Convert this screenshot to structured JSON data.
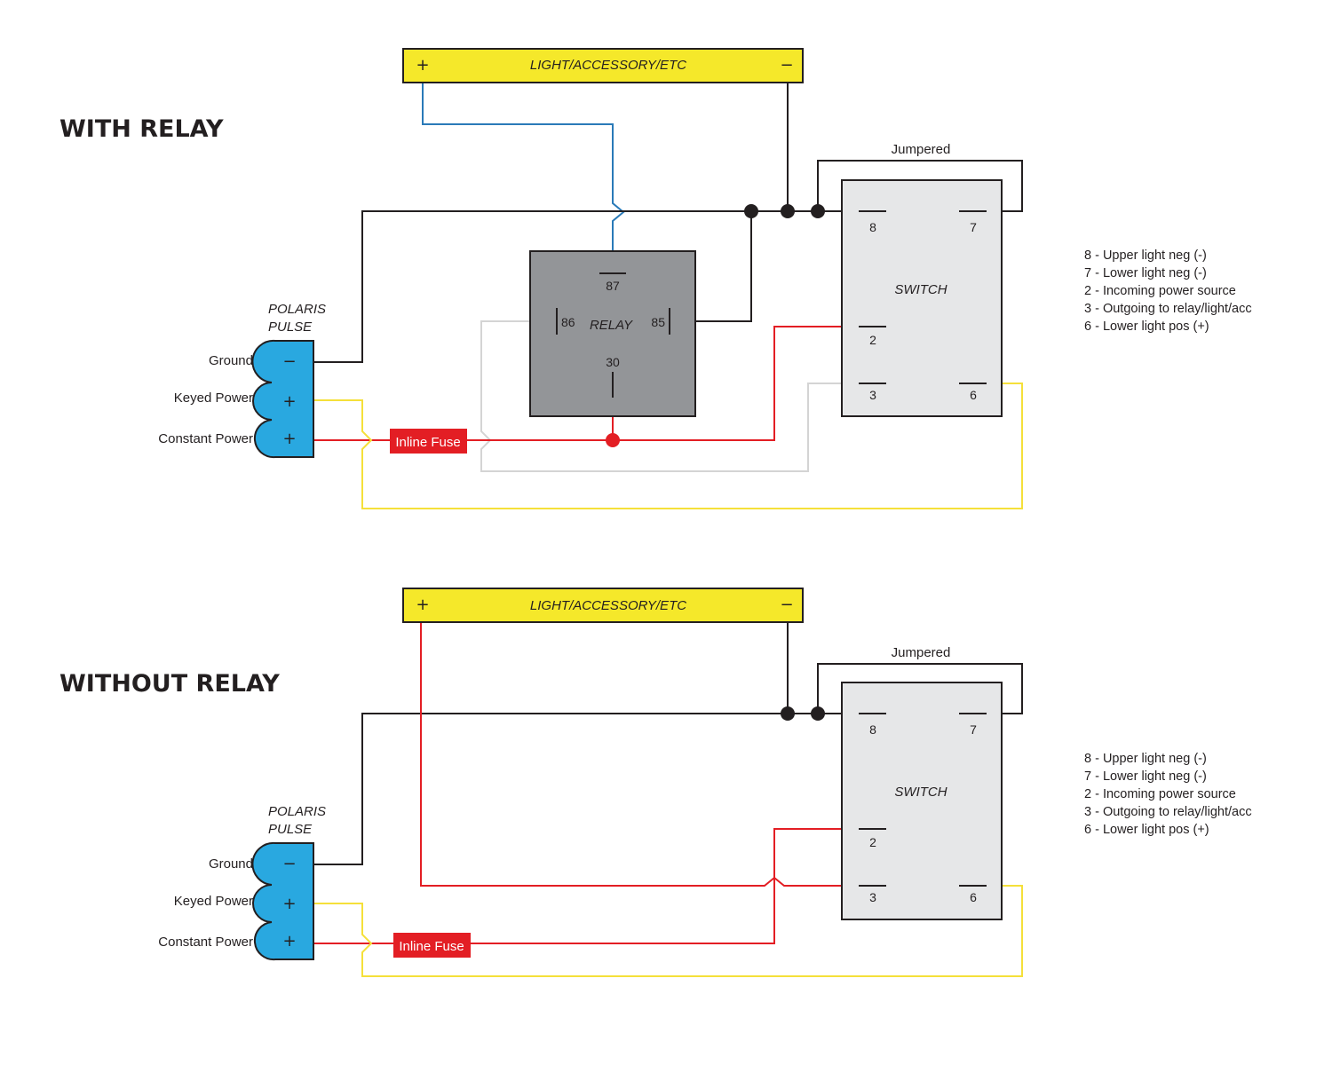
{
  "colors": {
    "wire_ground": "#231f20",
    "wire_relay_out": "#2a7ab8",
    "wire_power": "#e31e24",
    "wire_keyed": "#f5e03a",
    "wire_trigger": "#d4d4d4",
    "load_fill": "#f5e82a",
    "relay_fill": "#939598",
    "switch_fill": "#e6e7e8",
    "connector_fill": "#29a8e0",
    "fuse_fill": "#e31e24"
  },
  "diagrams": [
    {
      "title": "WITH RELAY",
      "load": {
        "label": "LIGHT/ACCESSORY/ETC",
        "plus": "+",
        "minus": "−"
      },
      "relay": {
        "label": "RELAY",
        "pins": [
          "87",
          "86",
          "85",
          "30"
        ]
      },
      "switch": {
        "label": "SWITCH",
        "jumper_label": "Jumpered",
        "pins": [
          "8",
          "7",
          "2",
          "3",
          "6"
        ]
      },
      "connector": {
        "title_line1": "POLARIS",
        "title_line2": "PULSE",
        "terminals": [
          {
            "label": "Ground",
            "symbol": "−"
          },
          {
            "label": "Keyed Power",
            "symbol": "+"
          },
          {
            "label": "Constant Power",
            "symbol": "+"
          }
        ]
      },
      "fuse": {
        "label": "Inline Fuse"
      },
      "legend": [
        "8 - Upper light neg (-)",
        "7 - Lower light neg (-)",
        "2 - Incoming power source",
        "3 - Outgoing to relay/light/acc",
        "6 - Lower light pos (+)"
      ]
    },
    {
      "title": "WITHOUT RELAY",
      "load": {
        "label": "LIGHT/ACCESSORY/ETC",
        "plus": "+",
        "minus": "−"
      },
      "switch": {
        "label": "SWITCH",
        "jumper_label": "Jumpered",
        "pins": [
          "8",
          "7",
          "2",
          "3",
          "6"
        ]
      },
      "connector": {
        "title_line1": "POLARIS",
        "title_line2": "PULSE",
        "terminals": [
          {
            "label": "Ground",
            "symbol": "−"
          },
          {
            "label": "Keyed Power",
            "symbol": "+"
          },
          {
            "label": "Constant Power",
            "symbol": "+"
          }
        ]
      },
      "fuse": {
        "label": "Inline Fuse"
      },
      "legend": [
        "8 - Upper light neg (-)",
        "7 - Lower light neg (-)",
        "2 - Incoming power source",
        "3 - Outgoing to relay/light/acc",
        "6 - Lower light pos (+)"
      ]
    }
  ]
}
